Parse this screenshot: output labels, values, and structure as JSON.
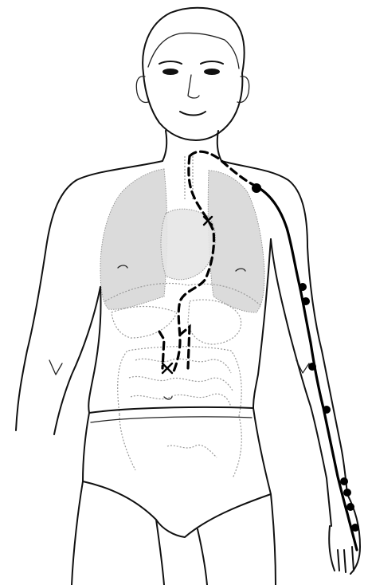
{
  "figure": {
    "subject": "front-view-male-figure",
    "meridian": {
      "color": "#000000",
      "style_external": "solid",
      "style_internal": "dashed",
      "acupoint_count": 9
    }
  }
}
